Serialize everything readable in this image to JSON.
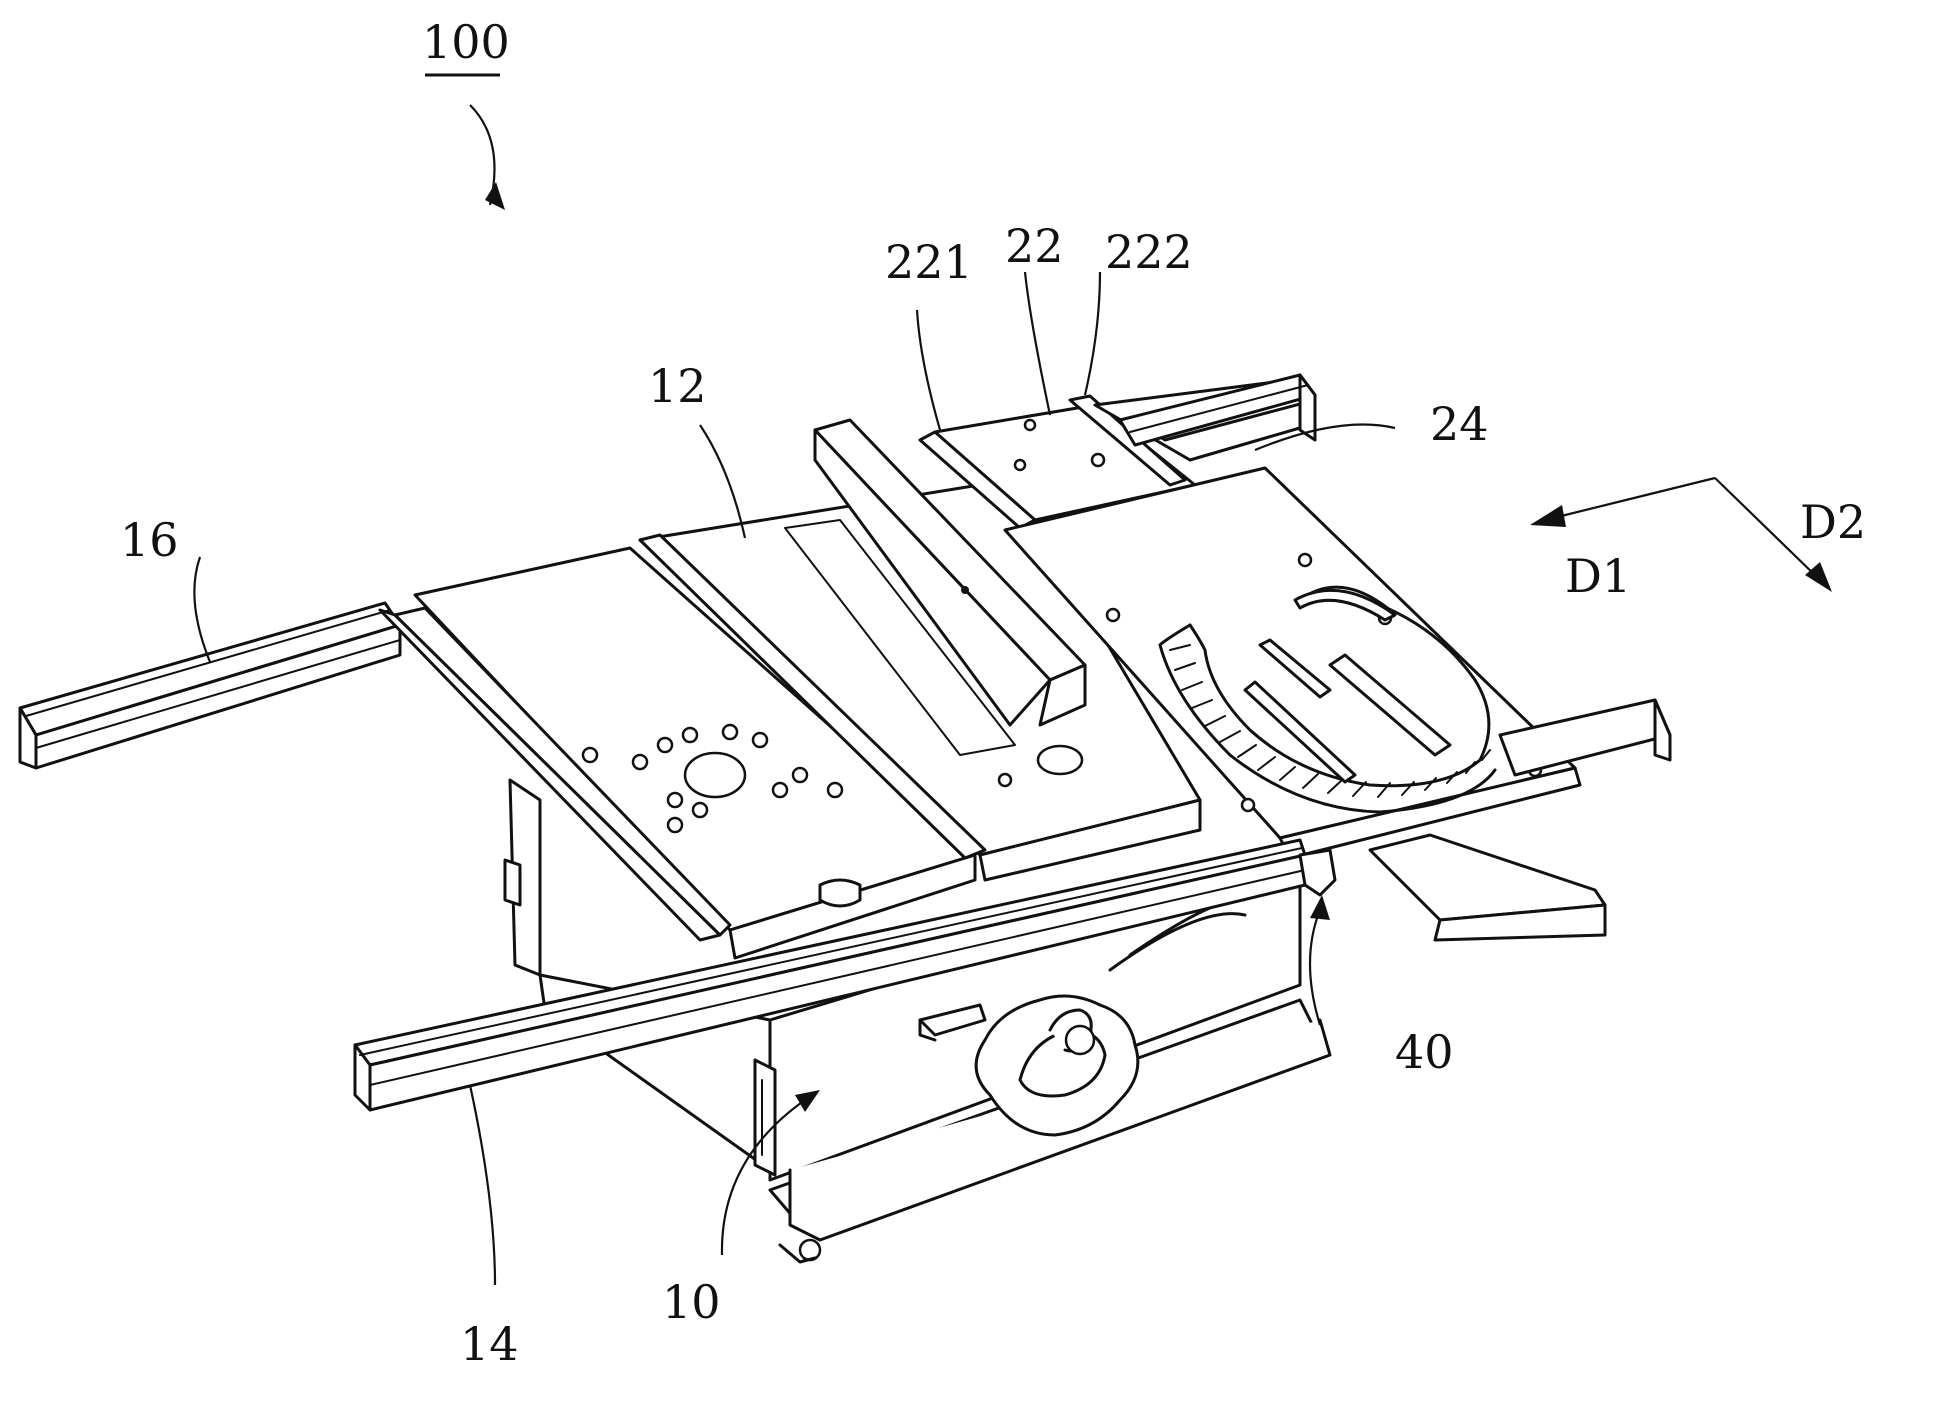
{
  "figure": {
    "assembly_label": "100",
    "labels": {
      "base": "10",
      "work_table": "12",
      "front_rail": "14",
      "rear_rail": "16",
      "fence_slide": "22",
      "slide_part_a": "221",
      "slide_part_b": "222",
      "miter_table": "24",
      "lock": "40",
      "direction_1": "D1",
      "direction_2": "D2"
    },
    "colors": {
      "line": "#111111",
      "background": "#ffffff"
    }
  }
}
